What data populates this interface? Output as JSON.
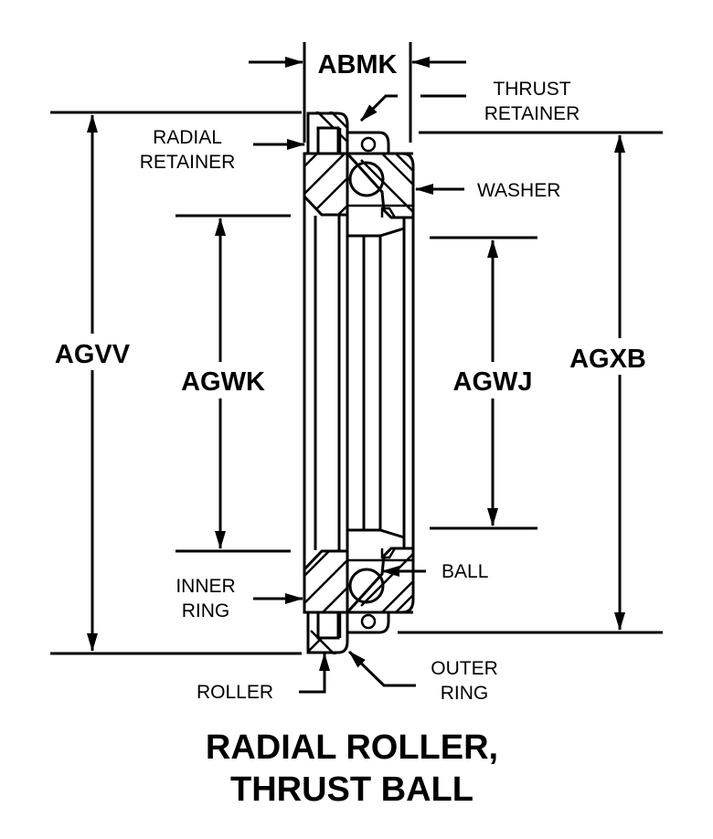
{
  "diagram": {
    "title_lines": [
      "RADIAL ROLLER,",
      "THRUST BALL"
    ],
    "dimensions": {
      "abmk": "ABMK",
      "agvv": "AGVV",
      "agwk": "AGWK",
      "agwj": "AGWJ",
      "agxb": "AGXB"
    },
    "callouts": {
      "thrust_retainer": [
        "THRUST",
        "RETAINER"
      ],
      "radial_retainer": [
        "RADIAL",
        "RETAINER"
      ],
      "washer": "WASHER",
      "ball": "BALL",
      "inner_ring": [
        "INNER",
        "RING"
      ],
      "roller": "ROLLER",
      "outer_ring": [
        "OUTER",
        "RING"
      ]
    }
  }
}
